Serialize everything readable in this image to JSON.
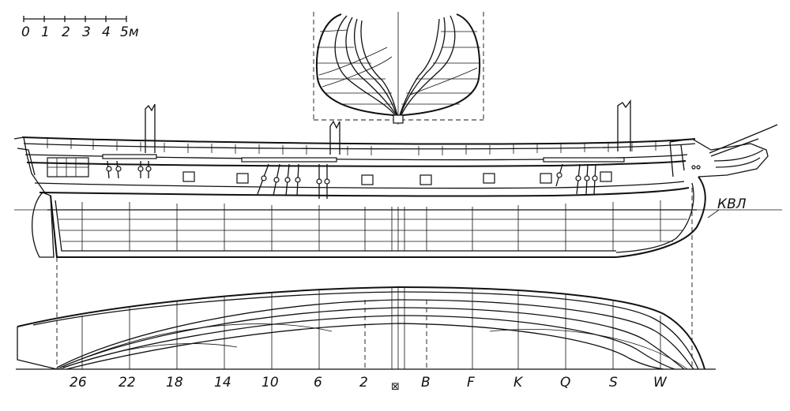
{
  "scale_bar": {
    "labels": [
      "0",
      "1",
      "2",
      "3",
      "4",
      "5м"
    ]
  },
  "waterline_label": "КВЛ",
  "frame_labels": [
    "26",
    "22",
    "18",
    "14",
    "10",
    "6",
    "2",
    "B",
    "F",
    "K",
    "Q",
    "S",
    "W"
  ],
  "midship_symbol": "⊠"
}
